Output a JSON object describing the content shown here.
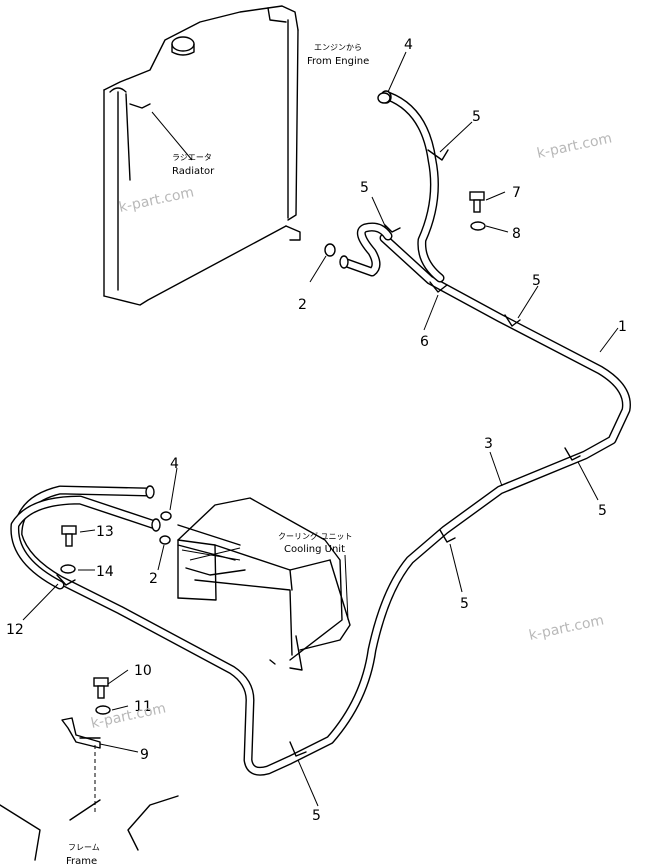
{
  "labels": {
    "from_engine_jp": "エンジンから",
    "from_engine": "From Engine",
    "radiator_jp": "ラジエータ",
    "radiator": "Radiator",
    "cooling_unit_jp": "クーリング ユニット",
    "cooling_unit": "Cooling Unit",
    "frame_jp": "フレーム",
    "frame": "Frame"
  },
  "callouts": {
    "c4_top": "4",
    "c5_a": "5",
    "c5_b": "5",
    "c7": "7",
    "c8": "8",
    "c2_top": "2",
    "c5_c": "5",
    "c6": "6",
    "c1": "1",
    "c3": "3",
    "c5_d": "5",
    "c5_e": "5",
    "c4_low": "4",
    "c2_low": "2",
    "c13": "13",
    "c14": "14",
    "c12": "12",
    "c10": "10",
    "c11": "11",
    "c9": "9",
    "c5_f": "5"
  },
  "watermarks": {
    "wm1": "k-part.com",
    "wm2": "k-part.com",
    "wm3": "k-part.com",
    "wm4": "k-part.com"
  }
}
